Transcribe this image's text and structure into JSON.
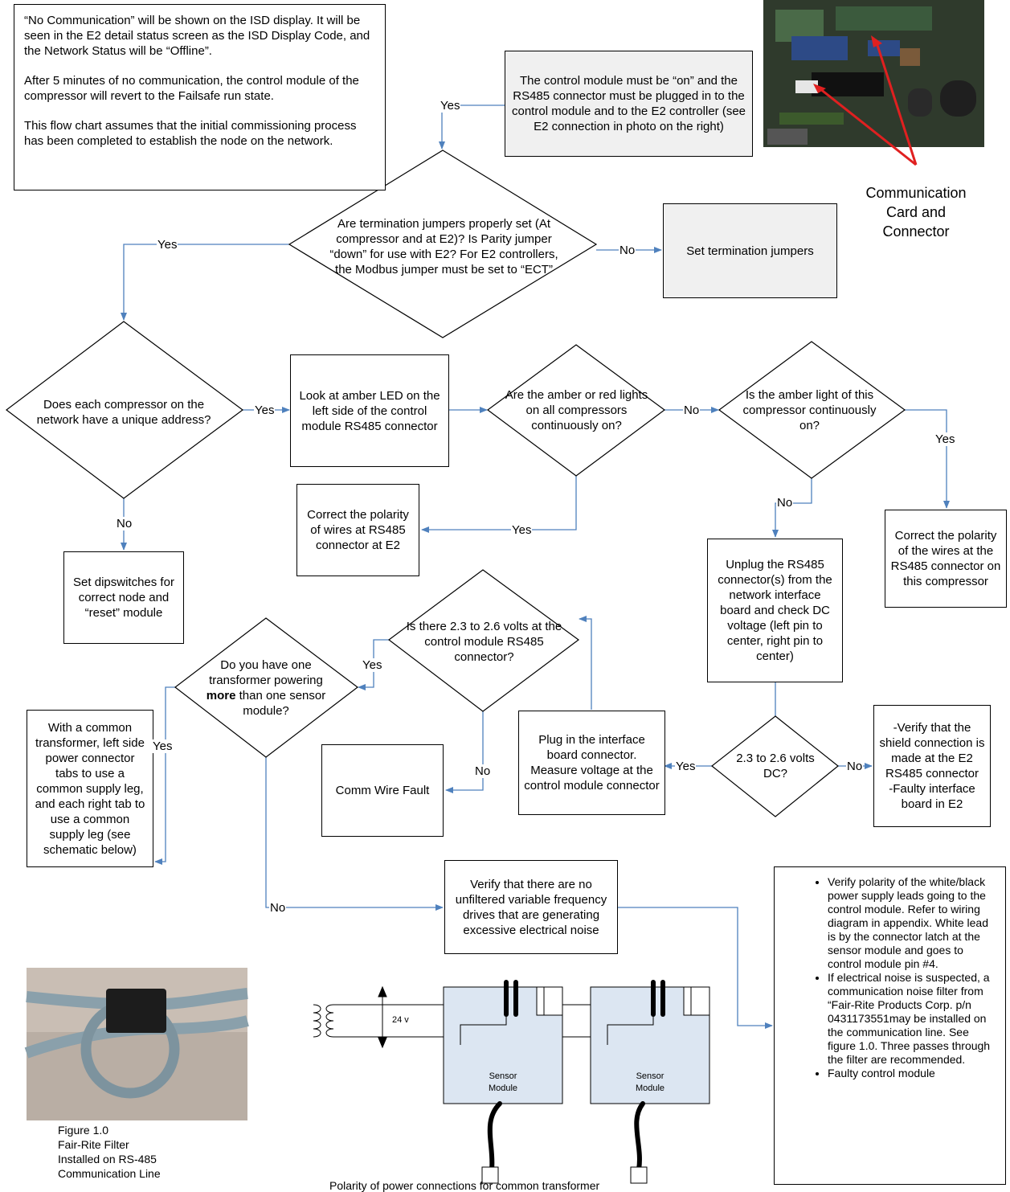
{
  "intro": {
    "p1": "“No Communication” will be shown on the ISD display.  It will be seen in the E2 detail status screen as the ISD Display Code, and the Network Status will be “Offline”.",
    "p2": "After 5 minutes of no communication, the control module of the compressor will revert to the Failsafe run state.",
    "p3": "This flow chart assumes that the initial commissioning process has been completed to establish the node on the network."
  },
  "nodes": {
    "control_on": "The control module must be “on” and the RS485 connector must be plugged in to the control module and to the E2 controller (see E2 connection in photo on the right)",
    "termination_q": "Are termination jumpers properly set (At compressor and at E2)? Is Parity jumper “down” for use with E2? For E2 controllers, the Modbus jumper must be set to “ECT”",
    "set_termination": "Set termination jumpers",
    "unique_addr_q": "Does each compressor on the network have a unique address?",
    "look_led": "Look at amber LED on the left side of the control module RS485 connector",
    "amber_red_q": "Are the amber or red lights on all compressors continuously on?",
    "amber_this_q": "Is the amber light of this compressor continuously on?",
    "correct_polarity_e2": "Correct the polarity of wires at RS485 connector at E2",
    "correct_polarity_comp": "Correct the polarity of the wires at the RS485 connector on this compressor",
    "set_dipswitches": "Set dipswitches for correct node and “reset” module",
    "unplug_rs485": "Unplug the RS485 connector(s) from the network interface board and check DC voltage (left pin to center, right pin to center)",
    "volts_q": "2.3 to 2.6 volts DC?",
    "verify_shield": "-Verify that the shield connection is made at the E2 RS485 connector\n-Faulty interface board in E2",
    "plug_interface": "Plug in the interface board connector. Measure voltage at the control module connector",
    "volts_control_q": "Is there 2.3 to 2.6 volts at the control module RS485 connector?",
    "comm_wire_fault": "Comm Wire Fault",
    "transformer_q_a": "Do you have one transformer powering ",
    "transformer_q_b": "more",
    "transformer_q_c": " than one sensor module?",
    "common_transformer": "With a common transformer, left side power connector tabs to use a common supply leg, and each right tab to use a common supply leg (see schematic below)",
    "verify_vfd": "Verify that there are no unfiltered variable frequency drives that are generating excessive electrical noise"
  },
  "labels": {
    "yes": "Yes",
    "no": "No"
  },
  "photo_caption": "Communication Card and Connector",
  "final_box": {
    "items": [
      "Verify polarity of the white/black power supply leads going to the control module.  Refer to wiring diagram in appendix.  White lead is by the connector latch at the sensor module and goes to control module pin #4.",
      "If electrical noise is suspected, a communication noise filter from “Fair-Rite Products Corp. p/n 0431173551may be installed on the communication line.  See figure 1.0.  Three passes through the filter are recommended.",
      "Faulty control module"
    ]
  },
  "figure": {
    "caption_lines": [
      "Figure 1.0",
      "Fair-Rite Filter",
      "Installed on RS-485",
      "Communication Line"
    ]
  },
  "schematic": {
    "voltage": "24 v",
    "module_label_line1": "Sensor",
    "module_label_line2": "Module",
    "caption": "Polarity of power connections for common transformer"
  },
  "colors": {
    "connector": "#4f81bd",
    "grey_box": "#f0f0f0",
    "module_fill": "#dce6f2"
  }
}
